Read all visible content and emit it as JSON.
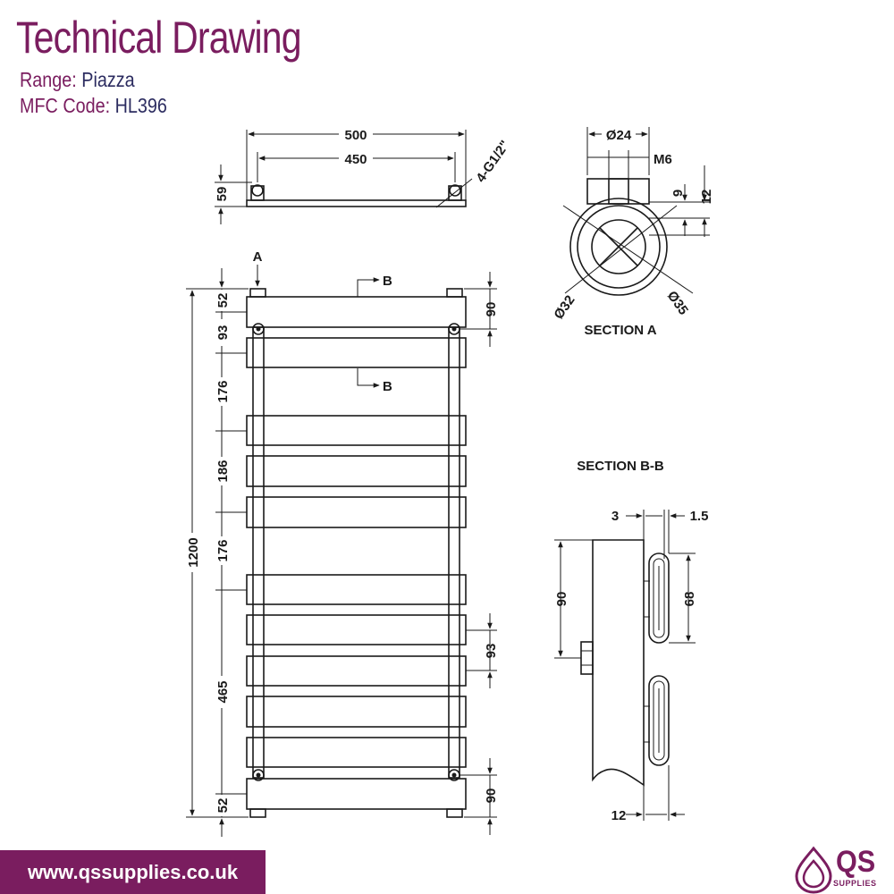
{
  "header": {
    "title": "Technical Drawing",
    "range_label": "Range:",
    "range_value": "Piazza",
    "code_label": "MFC Code:",
    "code_value": "HL396"
  },
  "top_view": {
    "dim_outer": "500",
    "dim_inner": "450",
    "dim_depth": "59",
    "connection": "4-G1/2\""
  },
  "section_a": {
    "title": "SECTION A",
    "dim_diameter_24": "Ø24",
    "dim_thread": "M6",
    "dim_9": "9",
    "dim_12": "12",
    "dim_diameter_32": "Ø32",
    "dim_diameter_35": "Ø35"
  },
  "front_view": {
    "label_a": "A",
    "label_b_top": "B",
    "label_b_mid": "B",
    "dim_total_height": "1200",
    "left_dims": [
      "52",
      "93",
      "176",
      "186",
      "176",
      "465",
      "52"
    ],
    "right_dims": [
      "90",
      "93",
      "90"
    ]
  },
  "section_bb": {
    "title": "SECTION B-B",
    "dim_3": "3",
    "dim_1_5": "1.5",
    "dim_90": "90",
    "dim_68": "68",
    "dim_12": "12"
  },
  "footer": {
    "website": "www.qssupplies.co.uk",
    "brand": "QS",
    "brand_sub": "SUPPLIES"
  },
  "colors": {
    "brand": "#7a1d5f",
    "subtitle_value": "#2c2c60",
    "line": "#1a1a1a"
  }
}
